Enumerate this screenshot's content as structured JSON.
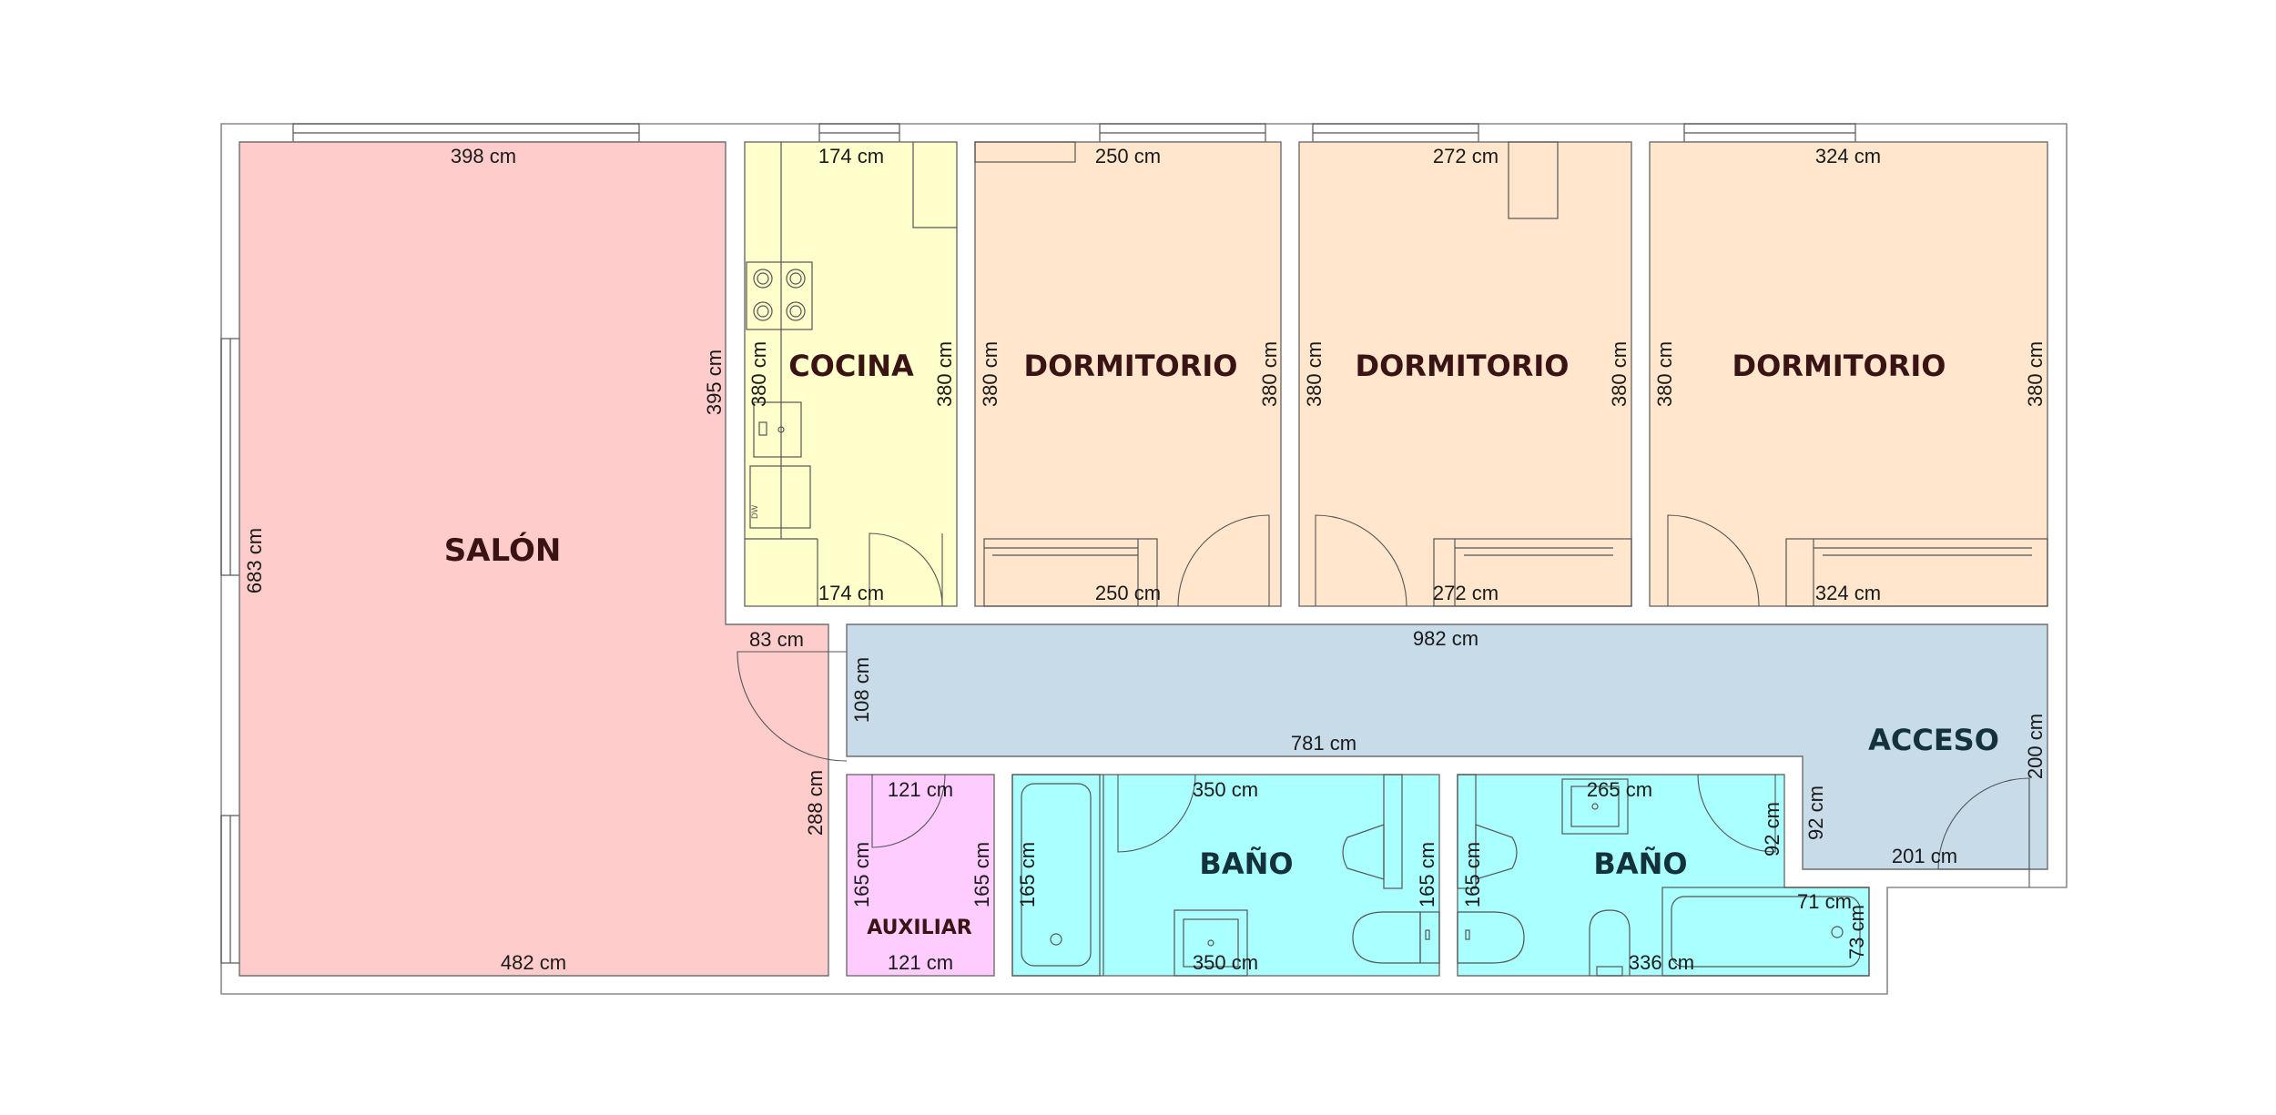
{
  "colors": {
    "salon": "#ffcccc",
    "cocina": "#ffffcc",
    "dormitorio": "#ffe6cc",
    "acceso": "#c8dbe8",
    "bano": "#aaffff",
    "auxiliar": "#ffccff"
  },
  "rooms": {
    "salon": "SALÓN",
    "cocina": "COCINA",
    "dormitorio_1": "DORMITORIO",
    "dormitorio_2": "DORMITORIO",
    "dormitorio_3": "DORMITORIO",
    "acceso": "ACCESO",
    "bano_1": "BAÑO",
    "bano_2": "BAÑO",
    "auxiliar": "AUXILIAR"
  },
  "appliance_labels": {
    "dishwasher": "DW"
  },
  "dimensions": {
    "salon_top": "398 cm",
    "salon_left": "683 cm",
    "salon_right_upper": "395 cm",
    "salon_notch": "83 cm",
    "salon_right_lower": "288 cm",
    "salon_bottom": "482 cm",
    "cocina_top": "174 cm",
    "cocina_left": "380 cm",
    "cocina_right": "380 cm",
    "cocina_bottom": "174 cm",
    "dorm1_top": "250 cm",
    "dorm1_left": "380 cm",
    "dorm1_right": "380 cm",
    "dorm1_bottom": "250 cm",
    "dorm2_top": "272 cm",
    "dorm2_left": "380 cm",
    "dorm2_right": "380 cm",
    "dorm2_bottom": "272 cm",
    "dorm3_top": "324 cm",
    "dorm3_left": "380 cm",
    "dorm3_right": "380 cm",
    "dorm3_bottom": "324 cm",
    "acceso_top": "982 cm",
    "acceso_left": "108 cm",
    "acceso_middle": "781 cm",
    "acceso_right": "200 cm",
    "acceso_step": "92 cm",
    "acceso_bottom": "201 cm",
    "aux_top": "121 cm",
    "aux_left": "165 cm",
    "aux_right": "165 cm",
    "aux_bottom": "121 cm",
    "bano1_top": "350 cm",
    "bano1_left": "165 cm",
    "bano1_right": "165 cm",
    "bano1_bottom": "350 cm",
    "bano2_top": "265 cm",
    "bano2_left": "165 cm",
    "bano2_step": "92 cm",
    "bano2_bottom": "336 cm",
    "bano2_ext_top": "71 cm",
    "bano2_ext_right": "73 cm"
  }
}
